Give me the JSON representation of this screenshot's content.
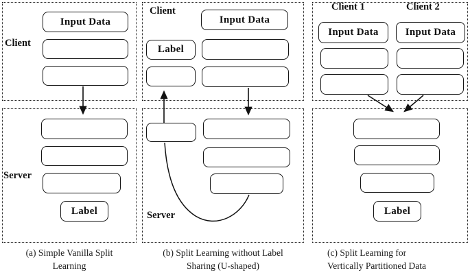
{
  "figure": {
    "panels": [
      {
        "id": "a",
        "client_label": "Client",
        "server_label": "Server",
        "input_data": "Input Data",
        "label_box": "Label",
        "caption_line1": "(a) Simple Vanilla Split",
        "caption_line2": "Learning"
      },
      {
        "id": "b",
        "client_label": "Client",
        "server_label": "Server",
        "input_data": "Input Data",
        "label_box": "Label",
        "caption_line1": "(b) Split Learning without Label",
        "caption_line2": "Sharing (U-shaped)"
      },
      {
        "id": "c",
        "client1_label": "Client 1",
        "client2_label": "Client 2",
        "input_data1": "Input Data",
        "input_data2": "Input Data",
        "label_box": "Label",
        "caption_line1": "(c) Split Learning for",
        "caption_line2": "Vertically Partitioned Data"
      }
    ],
    "colors": {
      "ink": "#1a1a1a",
      "background": "#ffffff"
    }
  }
}
